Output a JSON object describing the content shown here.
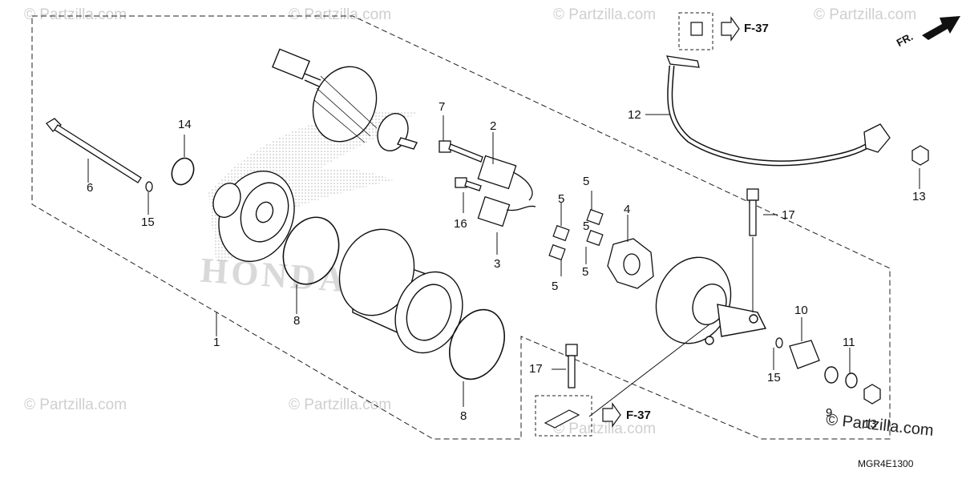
{
  "watermark_text": "© Partzilla.com",
  "brand_text": "© Partzilla.com",
  "honda_text": "HONDA",
  "fwd_label": "FR.",
  "ref_label": "F-37",
  "diagram_code": "MGR4E1300",
  "callouts": {
    "c1": "1",
    "c2": "2",
    "c3": "3",
    "c4": "4",
    "c5a": "5",
    "c5b": "5",
    "c5c": "5",
    "c5d": "5",
    "c5e": "5",
    "c6": "6",
    "c7": "7",
    "c8a": "8",
    "c8b": "8",
    "c9": "9",
    "c10": "10",
    "c11": "11",
    "c12": "12",
    "c13a": "13",
    "c13b": "13",
    "c14": "14",
    "c15a": "15",
    "c15b": "15",
    "c16": "16",
    "c17a": "17",
    "c17b": "17"
  }
}
